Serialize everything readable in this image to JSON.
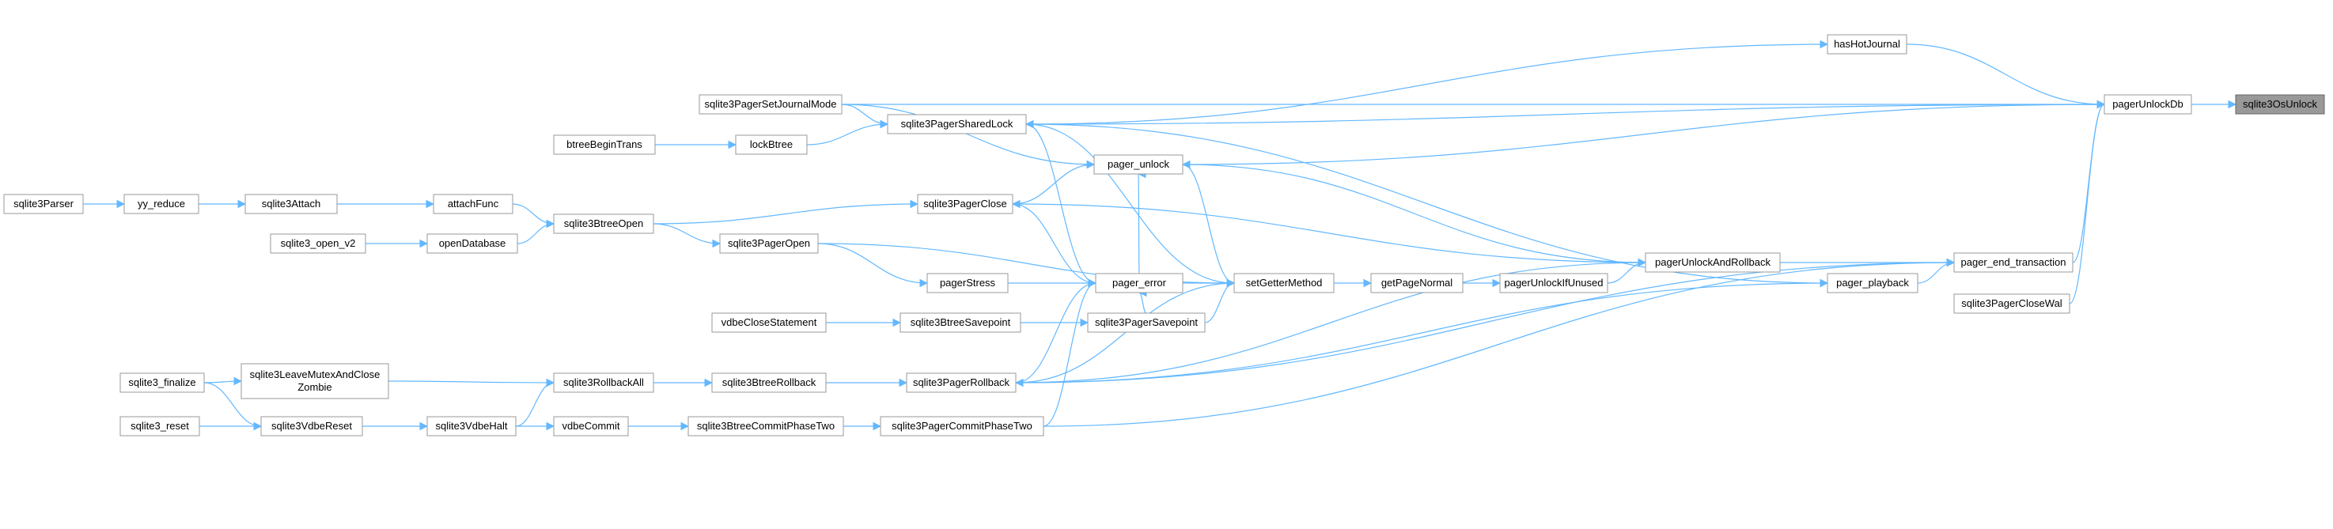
{
  "graph": {
    "title": "",
    "nodes": [
      {
        "id": "n0",
        "label": "sqlite3OsUnlock",
        "current": true
      },
      {
        "id": "n1",
        "label": "pagerUnlockDb"
      },
      {
        "id": "n2",
        "label": "hasHotJournal"
      },
      {
        "id": "n3",
        "label": "sqlite3PagerSetJournalMode"
      },
      {
        "id": "n4",
        "label": "sqlite3PagerSharedLock"
      },
      {
        "id": "n5",
        "label": "btreeBeginTrans"
      },
      {
        "id": "n6",
        "label": "lockBtree"
      },
      {
        "id": "n7",
        "label": "pager_unlock"
      },
      {
        "id": "n8",
        "label": "sqlite3Parser"
      },
      {
        "id": "n9",
        "label": "yy_reduce"
      },
      {
        "id": "n10",
        "label": "sqlite3Attach"
      },
      {
        "id": "n11",
        "label": "attachFunc"
      },
      {
        "id": "n12",
        "label": "sqlite3BtreeOpen"
      },
      {
        "id": "n13",
        "label": "sqlite3PagerClose"
      },
      {
        "id": "n14",
        "label": "sqlite3_open_v2"
      },
      {
        "id": "n15",
        "label": "openDatabase"
      },
      {
        "id": "n16",
        "label": "sqlite3PagerOpen"
      },
      {
        "id": "n17",
        "label": "pagerStress"
      },
      {
        "id": "n18",
        "label": "pager_error"
      },
      {
        "id": "n19",
        "label": "setGetterMethod"
      },
      {
        "id": "n20",
        "label": "getPageNormal"
      },
      {
        "id": "n21",
        "label": "pagerUnlockIfUnused"
      },
      {
        "id": "n22",
        "label": "pagerUnlockAndRollback"
      },
      {
        "id": "n23",
        "label": "pager_playback"
      },
      {
        "id": "n24",
        "label": "pager_end_transaction"
      },
      {
        "id": "n25",
        "label": "sqlite3PagerCloseWal"
      },
      {
        "id": "n26",
        "label": "vdbeCloseStatement"
      },
      {
        "id": "n27",
        "label": "sqlite3BtreeSavepoint"
      },
      {
        "id": "n28",
        "label": "sqlite3PagerSavepoint"
      },
      {
        "id": "n29",
        "label": "sqlite3_finalize"
      },
      {
        "id": "n30",
        "label": "sqlite3LeaveMutexAndClose Zombie"
      },
      {
        "id": "n31",
        "label": "sqlite3RollbackAll"
      },
      {
        "id": "n32",
        "label": "sqlite3BtreeRollback"
      },
      {
        "id": "n33",
        "label": "sqlite3PagerRollback"
      },
      {
        "id": "n34",
        "label": "sqlite3_reset"
      },
      {
        "id": "n35",
        "label": "sqlite3VdbeReset"
      },
      {
        "id": "n36",
        "label": "sqlite3VdbeHalt"
      },
      {
        "id": "n37",
        "label": "vdbeCommit"
      },
      {
        "id": "n38",
        "label": "sqlite3BtreeCommitPhaseTwo"
      },
      {
        "id": "n39",
        "label": "sqlite3PagerCommitPhaseTwo"
      }
    ],
    "edges": [
      [
        "n1",
        "n0"
      ],
      [
        "n2",
        "n1"
      ],
      [
        "n3",
        "n1"
      ],
      [
        "n4",
        "n1"
      ],
      [
        "n7",
        "n1"
      ],
      [
        "n24",
        "n1"
      ],
      [
        "n25",
        "n1"
      ],
      [
        "n4",
        "n2"
      ],
      [
        "n3",
        "n4"
      ],
      [
        "n6",
        "n4"
      ],
      [
        "n5",
        "n6"
      ],
      [
        "n3",
        "n7"
      ],
      [
        "n13",
        "n7"
      ],
      [
        "n18",
        "n7"
      ],
      [
        "n22",
        "n7"
      ],
      [
        "n8",
        "n9"
      ],
      [
        "n9",
        "n10"
      ],
      [
        "n10",
        "n11"
      ],
      [
        "n11",
        "n12"
      ],
      [
        "n15",
        "n12"
      ],
      [
        "n14",
        "n15"
      ],
      [
        "n12",
        "n13"
      ],
      [
        "n12",
        "n16"
      ],
      [
        "n16",
        "n17"
      ],
      [
        "n17",
        "n18"
      ],
      [
        "n28",
        "n18"
      ],
      [
        "n33",
        "n18"
      ],
      [
        "n39",
        "n18"
      ],
      [
        "n18",
        "n4"
      ],
      [
        "n18",
        "n13"
      ],
      [
        "n4",
        "n19"
      ],
      [
        "n7",
        "n19"
      ],
      [
        "n16",
        "n19"
      ],
      [
        "n18",
        "n19"
      ],
      [
        "n28",
        "n19"
      ],
      [
        "n33",
        "n19"
      ],
      [
        "n19",
        "n20"
      ],
      [
        "n20",
        "n21"
      ],
      [
        "n21",
        "n22"
      ],
      [
        "n13",
        "n22"
      ],
      [
        "n22",
        "n24"
      ],
      [
        "n23",
        "n24"
      ],
      [
        "n33",
        "n24"
      ],
      [
        "n39",
        "n24"
      ],
      [
        "n4",
        "n23"
      ],
      [
        "n33",
        "n23"
      ],
      [
        "n22",
        "n33"
      ],
      [
        "n26",
        "n27"
      ],
      [
        "n27",
        "n28"
      ],
      [
        "n29",
        "n30"
      ],
      [
        "n29",
        "n35"
      ],
      [
        "n30",
        "n31"
      ],
      [
        "n36",
        "n31"
      ],
      [
        "n31",
        "n32"
      ],
      [
        "n32",
        "n33"
      ],
      [
        "n34",
        "n35"
      ],
      [
        "n35",
        "n36"
      ],
      [
        "n36",
        "n37"
      ],
      [
        "n37",
        "n38"
      ],
      [
        "n38",
        "n39"
      ]
    ]
  }
}
